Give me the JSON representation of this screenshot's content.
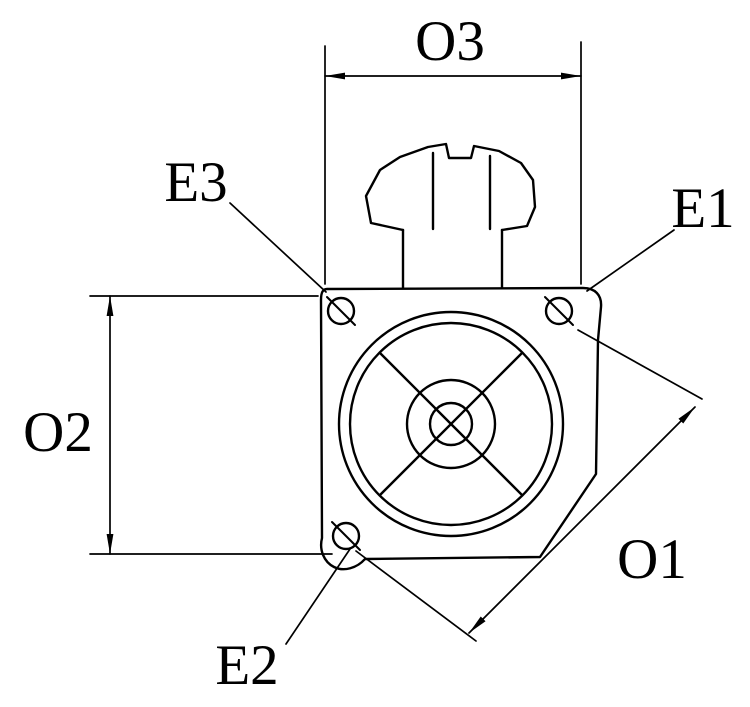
{
  "diagram": {
    "labels": {
      "o3": "O3",
      "o2": "O2",
      "o1": "O1",
      "e1": "E1",
      "e2": "E2",
      "e3": "E3"
    },
    "colors": {
      "line": "#000000",
      "background": "#ffffff"
    }
  }
}
